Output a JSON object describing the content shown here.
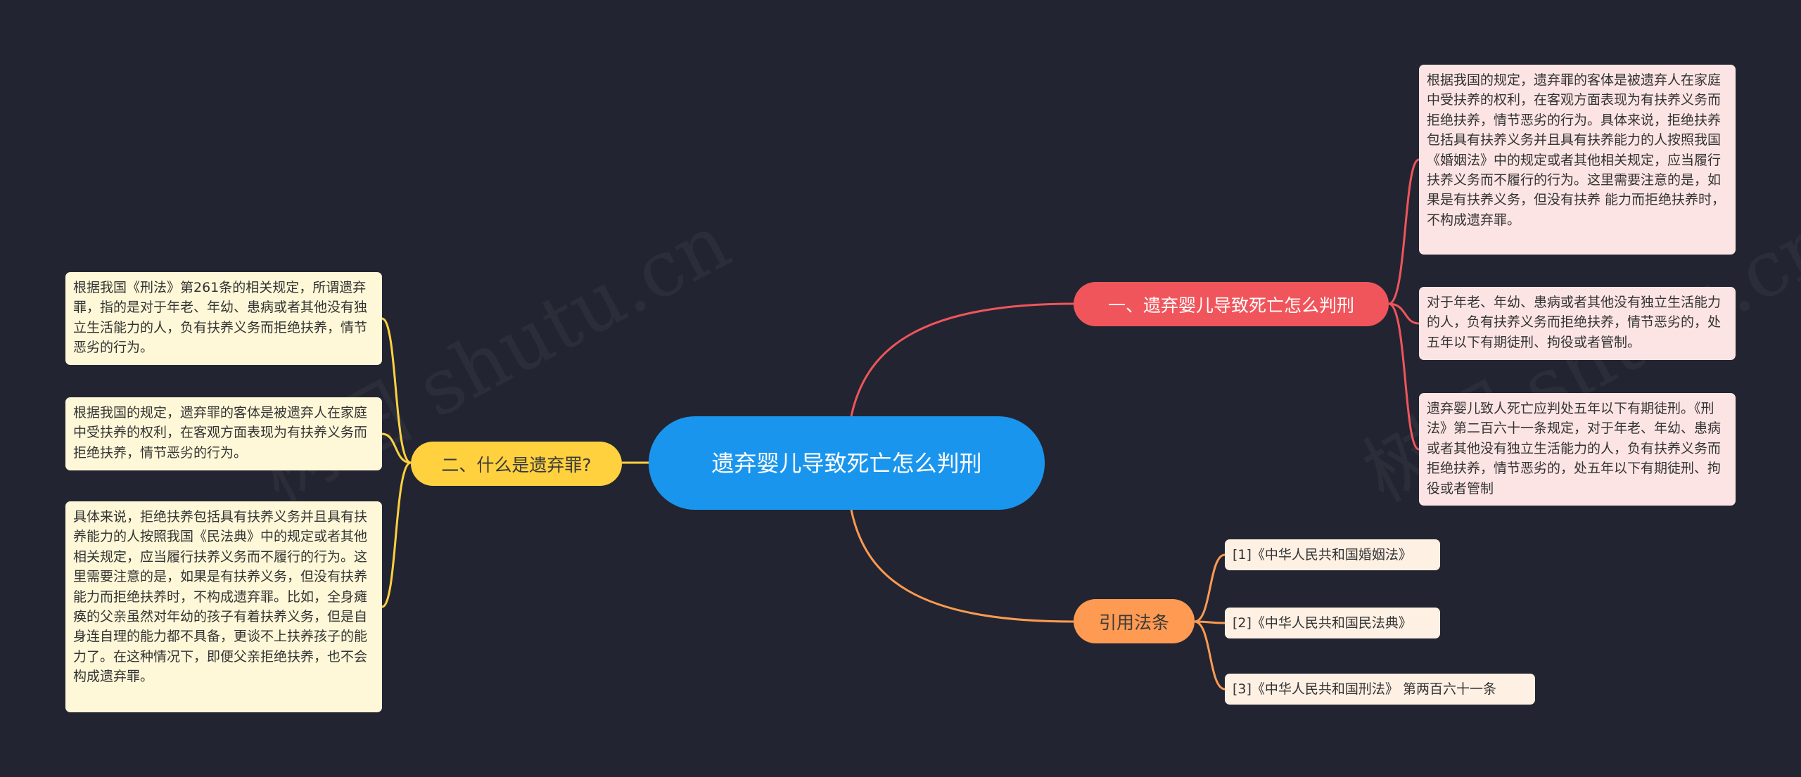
{
  "root": {
    "label": "遗弃婴儿导致死亡怎么判刑"
  },
  "branches": {
    "penalty": {
      "label": "一、遗弃婴儿导致死亡怎么判刑",
      "color": "#f0555b",
      "items": [
        "根据我国的规定，遗弃罪的客体是被遗弃人在家庭中受扶养的权利，在客观方面表现为有扶养义务而拒绝扶养，情节恶劣的行为。具体来说，拒绝扶养包括具有扶养义务并且具有扶养能力的人按照我国《婚姻法》中的规定或者其他相关规定，应当履行扶养义务而不履行的行为。这里需要注意的是，如果是有扶养义务，但没有扶养 能力而拒绝扶养时，不构成遗弃罪。",
        "对于年老、年幼、患病或者其他没有独立生活能力的人，负有扶养义务而拒绝扶养，情节恶劣的，处五年以下有期徒刑、拘役或者管制。",
        "遗弃婴儿致人死亡应判处五年以下有期徒刑。《刑法》第二百六十一条规定，对于年老、年幼、患病或者其他没有独立生活能力的人，负有扶养义务而拒绝扶养，情节恶劣的，处五年以下有期徒刑、拘役或者管制"
      ]
    },
    "definition": {
      "label": "二、什么是遗弃罪?",
      "color": "#ffd13f",
      "items": [
        "根据我国《刑法》第261条的相关规定，所谓遗弃罪，指的是对于年老、年幼、患病或者其他没有独立生活能力的人，负有扶养义务而拒绝扶养，情节恶劣的行为。",
        "根据我国的规定，遗弃罪的客体是被遗弃人在家庭中受扶养的权利，在客观方面表现为有扶养义务而拒绝扶养，情节恶劣的行为。",
        "具体来说，拒绝扶养包括具有扶养义务并且具有扶养能力的人按照我国《民法典》中的规定或者其他相关规定，应当履行扶养义务而不履行的行为。这里需要注意的是，如果是有扶养义务，但没有扶养能力而拒绝扶养时，不构成遗弃罪。比如，全身瘫痪的父亲虽然对年幼的孩子有着扶养义务，但是自身连自理的能力都不具备，更谈不上扶养孩子的能力了。在这种情况下，即便父亲拒绝扶养，也不会构成遗弃罪。"
      ]
    },
    "citations": {
      "label": "引用法条",
      "color": "#ff9a52",
      "items": [
        "[1]《中华人民共和国婚姻法》",
        "[2]《中华人民共和国民法典》",
        "[3]《中华人民共和国刑法》 第两百六十一条"
      ]
    }
  },
  "watermark": "树图 shutu.cn"
}
